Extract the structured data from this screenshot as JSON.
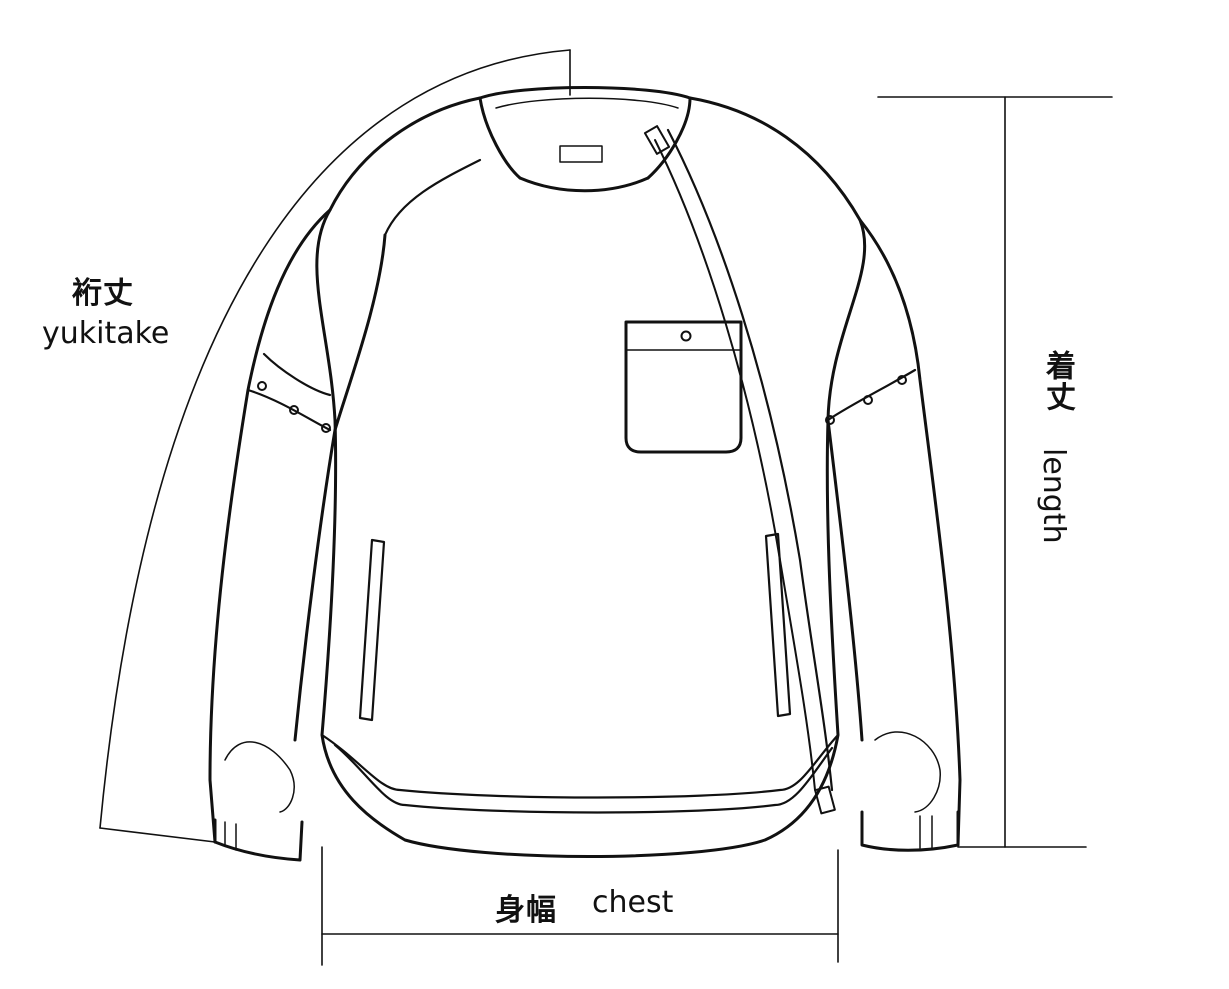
{
  "labels": {
    "yukitake_jp": "裄丈",
    "yukitake_en": "yukitake",
    "length_jp": "着丈",
    "length_en": "length",
    "chest_jp": "身幅",
    "chest_en": "chest"
  },
  "colors": {
    "line": "#111111",
    "background": "#ffffff",
    "label": "#111111"
  }
}
